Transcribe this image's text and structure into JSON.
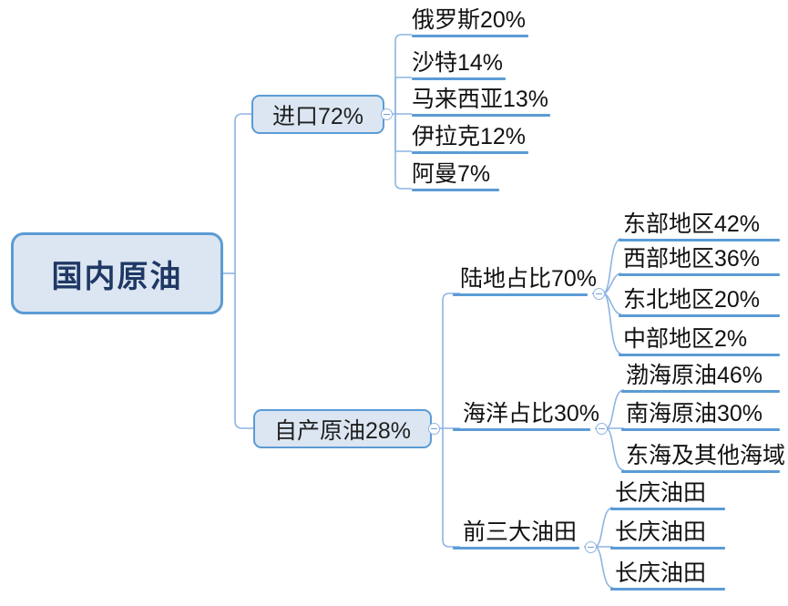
{
  "diagram": {
    "type": "mindmap",
    "title": "国内原油",
    "orientation": "left-to-right",
    "colors": {
      "node_fill": "#dce6f2",
      "node_border": "#5b9bd5",
      "connector": "#8eb4e3",
      "underline": "#5b9bd5",
      "root_text": "#1f3864",
      "leaf_text": "#111111",
      "background": "#ffffff"
    },
    "root": {
      "label": "国内原油"
    },
    "branches": [
      {
        "label": "进口72%",
        "collapse_icon": "minus-circle-icon",
        "children": [
          {
            "label": "俄罗斯20%"
          },
          {
            "label": "沙特14%"
          },
          {
            "label": "马来西亚13%"
          },
          {
            "label": "伊拉克12%"
          },
          {
            "label": "阿曼7%"
          }
        ]
      },
      {
        "label": "自产原油28%",
        "collapse_icon": "minus-circle-icon",
        "children": [
          {
            "label": "陆地占比70%",
            "collapse_icon": "minus-circle-icon",
            "children": [
              {
                "label": "东部地区42%"
              },
              {
                "label": "西部地区36%"
              },
              {
                "label": "东北地区20%"
              },
              {
                "label": "中部地区2%"
              }
            ]
          },
          {
            "label": "海洋占比30%",
            "collapse_icon": "minus-circle-icon",
            "children": [
              {
                "label": "渤海原油46%"
              },
              {
                "label": "南海原油30%"
              },
              {
                "label": "东海及其他海域"
              }
            ]
          },
          {
            "label": "前三大油田",
            "collapse_icon": "minus-circle-icon",
            "children": [
              {
                "label": "长庆油田"
              },
              {
                "label": "长庆油田"
              },
              {
                "label": "长庆油田"
              }
            ]
          }
        ]
      }
    ]
  }
}
